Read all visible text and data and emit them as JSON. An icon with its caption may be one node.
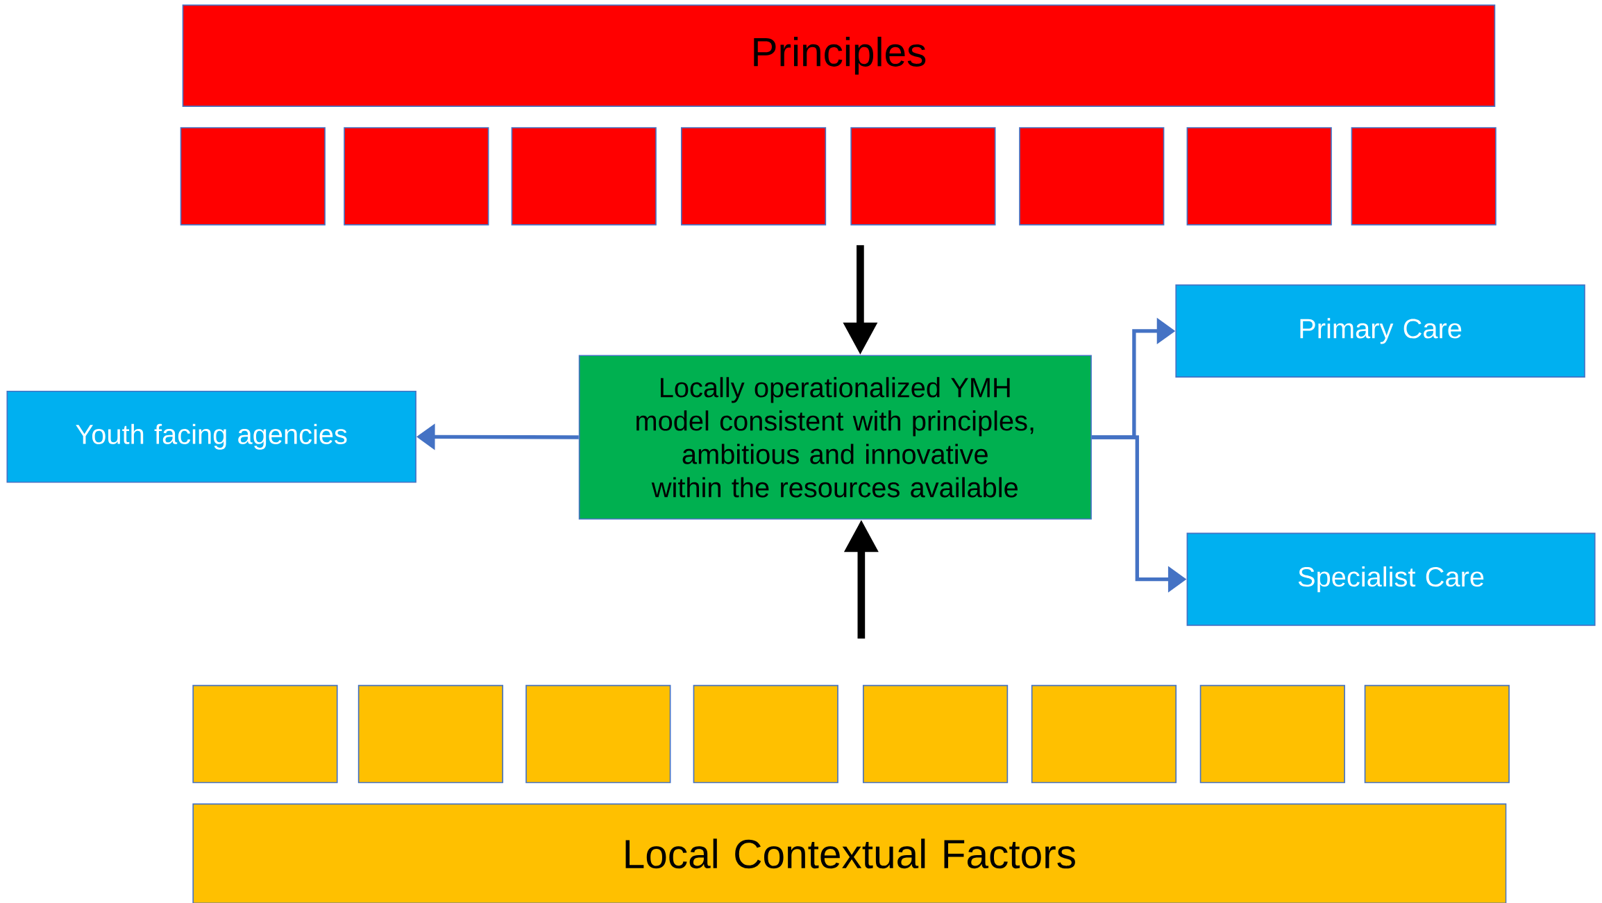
{
  "diagram": {
    "nodes": [
      {
        "text": [
          "Principles"
        ]
      },
      {
        "text": [],
        "shape": "box"
      },
      {
        "text": [],
        "shape": "box"
      },
      {
        "text": [],
        "shape": "box"
      },
      {
        "text": [],
        "shape": "box"
      },
      {
        "text": [],
        "shape": "box"
      },
      {
        "text": [],
        "shape": "box"
      },
      {
        "text": [],
        "shape": "box"
      },
      {
        "text": [],
        "shape": "box"
      },
      {
        "text": [
          "Locally operationalized YMH model consistent with principles, ambitious and innovative within the resources available"
        ]
      },
      {
        "text": [
          "Youth facing agencies"
        ]
      },
      {
        "text": [
          "Primary Care"
        ]
      },
      {
        "text": [
          "Specialist Care"
        ]
      },
      {
        "text": [],
        "shape": "box"
      },
      {
        "text": [],
        "shape": "box"
      },
      {
        "text": [],
        "shape": "box"
      },
      {
        "text": [],
        "shape": "box"
      },
      {
        "text": [],
        "shape": "box"
      },
      {
        "text": [],
        "shape": "box"
      },
      {
        "text": [],
        "shape": "box"
      },
      {
        "text": [],
        "shape": "box"
      },
      {
        "text": [
          "Local Contextual Factors"
        ]
      }
    ],
    "edges": [
      {
        "from": null,
        "to": 9,
        "arrow": "to",
        "style": "thick",
        "color": "#000000"
      },
      {
        "from": null,
        "to": 9,
        "arrow": "to",
        "style": "thick",
        "color": "#000000"
      },
      {
        "from": 9,
        "to": 10,
        "arrow": "to"
      },
      {
        "from": 9,
        "to": 11,
        "arrow": "to"
      },
      {
        "from": 9,
        "to": 12,
        "arrow": "to"
      }
    ]
  }
}
